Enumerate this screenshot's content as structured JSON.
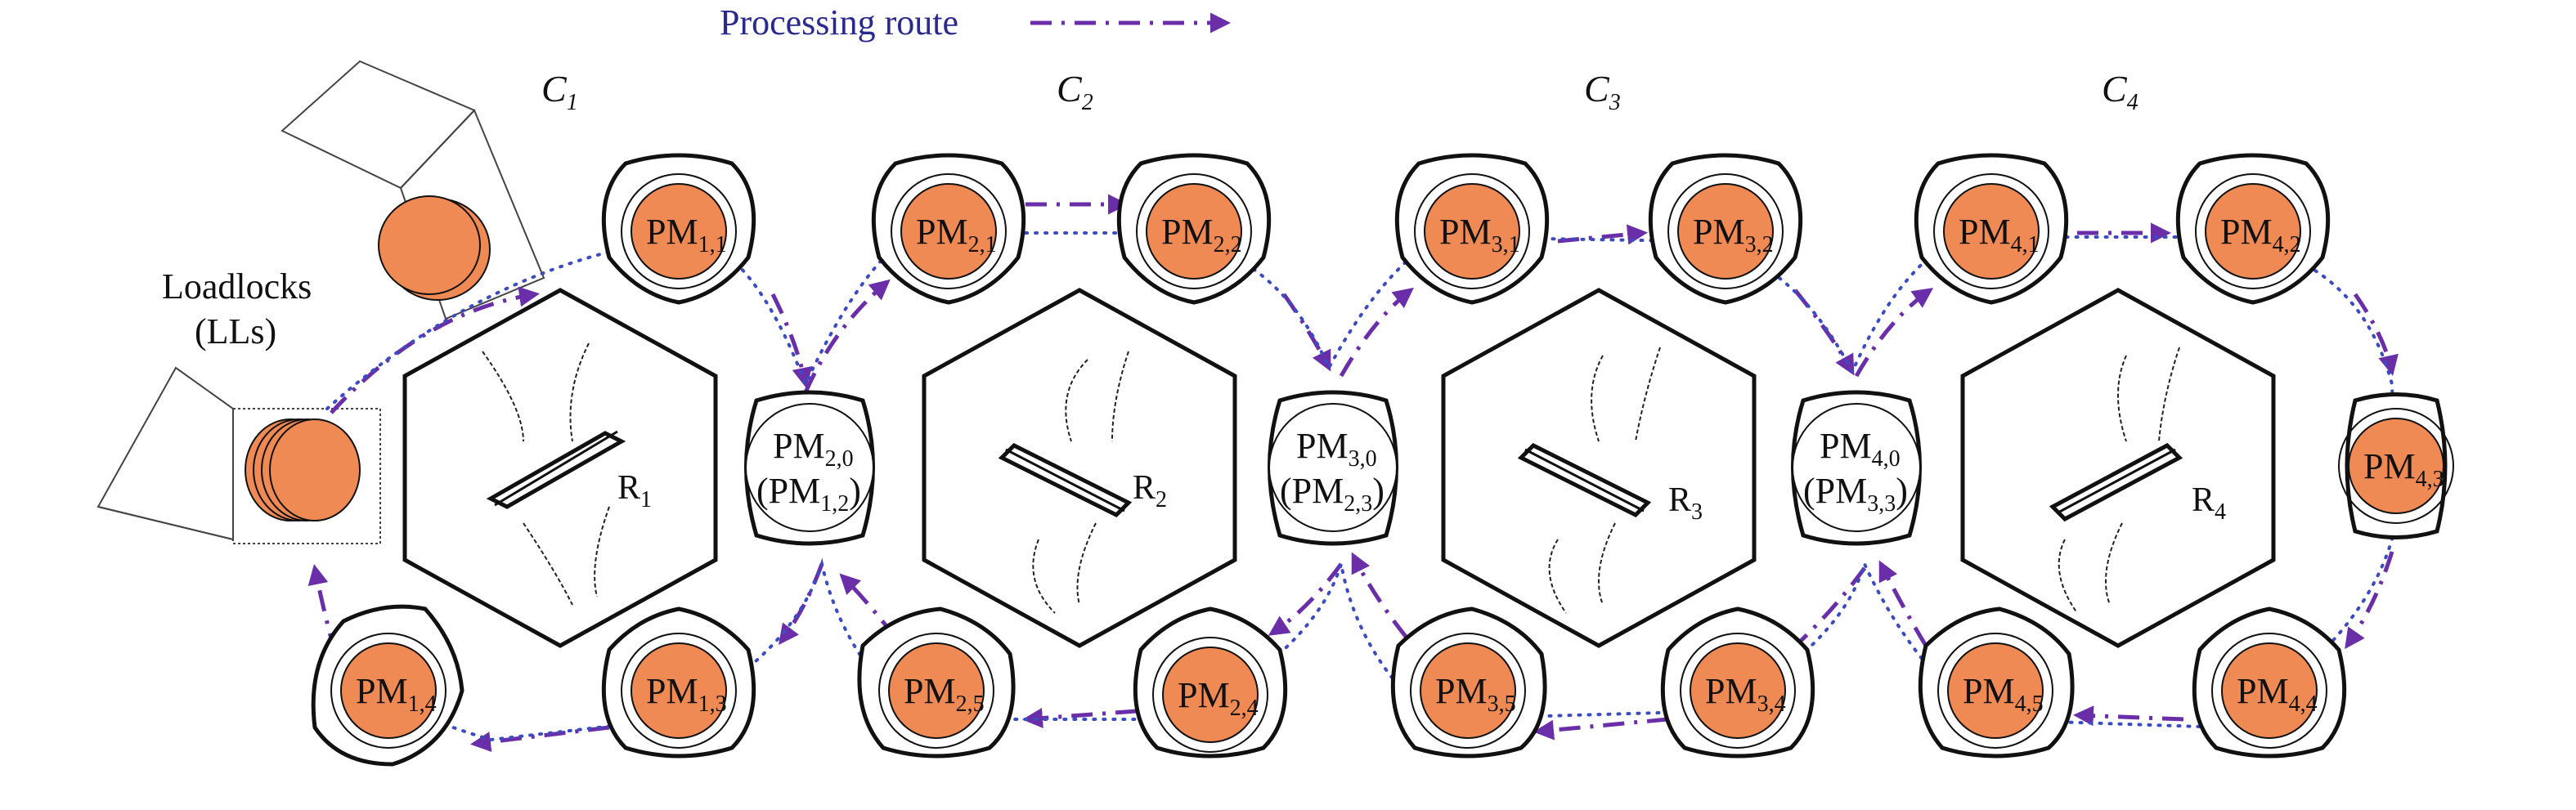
{
  "legend": {
    "label": "Processing route"
  },
  "colors": {
    "wafer": "#ef8a55",
    "route": "#6a2fa8",
    "route_dots": "#3b4cc0",
    "legend_text": "#2a2a8e"
  },
  "clusters": [
    {
      "letter": "C",
      "index": "1",
      "robot_letter": "R",
      "robot_index": "1"
    },
    {
      "letter": "C",
      "index": "2",
      "robot_letter": "R",
      "robot_index": "2"
    },
    {
      "letter": "C",
      "index": "3",
      "robot_letter": "R",
      "robot_index": "3"
    },
    {
      "letter": "C",
      "index": "4",
      "robot_letter": "R",
      "robot_index": "4"
    }
  ],
  "loadlocks": {
    "line1": "Loadlocks",
    "line2": "(LLs)"
  },
  "modules": [
    {
      "name": "PM",
      "sub": "1,1"
    },
    {
      "name": "PM",
      "sub": "1,3"
    },
    {
      "name": "PM",
      "sub": "1,4"
    },
    {
      "name": "PM",
      "sub": "2,1"
    },
    {
      "name": "PM",
      "sub": "2,2"
    },
    {
      "name": "PM",
      "sub": "2,4"
    },
    {
      "name": "PM",
      "sub": "2,5"
    },
    {
      "name": "PM",
      "sub": "3,1"
    },
    {
      "name": "PM",
      "sub": "3,2"
    },
    {
      "name": "PM",
      "sub": "3,4"
    },
    {
      "name": "PM",
      "sub": "3,5"
    },
    {
      "name": "PM",
      "sub": "4,1"
    },
    {
      "name": "PM",
      "sub": "4,2"
    },
    {
      "name": "PM",
      "sub": "4,3"
    },
    {
      "name": "PM",
      "sub": "4,4"
    },
    {
      "name": "PM",
      "sub": "4,5"
    }
  ],
  "buffers": [
    {
      "name": "PM",
      "sub": "2,0",
      "alt_name": "(PM",
      "alt_sub": "1,2",
      "close": ")"
    },
    {
      "name": "PM",
      "sub": "3,0",
      "alt_name": "(PM",
      "alt_sub": "2,3",
      "close": ")"
    },
    {
      "name": "PM",
      "sub": "4,0",
      "alt_name": "(PM",
      "alt_sub": "3,3",
      "close": ")"
    }
  ]
}
